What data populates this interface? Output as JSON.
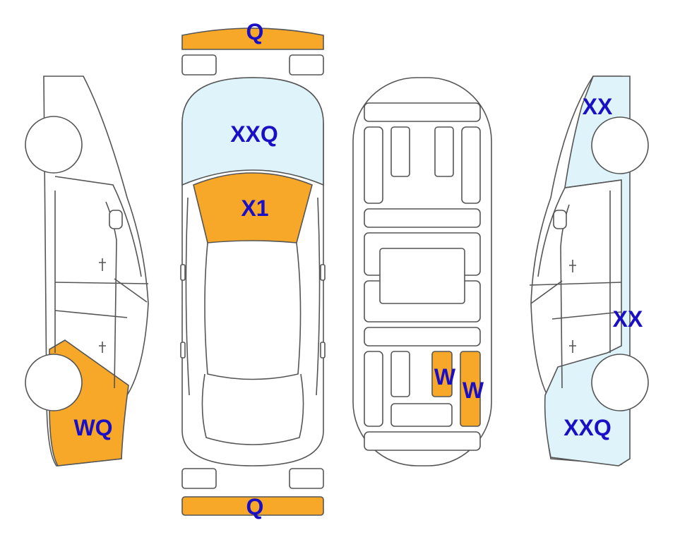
{
  "colors": {
    "highlight_orange": "#F7A829",
    "highlight_blue": "#DFF3FA",
    "label_text": "#1A0FC4",
    "outline": "#555555"
  },
  "labels": {
    "front_bumper": "Q",
    "rear_bumper": "Q",
    "top_hood": "XXQ",
    "top_windshield": "X1",
    "left_rear_quarter": "WQ",
    "interior_seat_a": "W",
    "interior_seat_b": "W",
    "right_front_fender": "XX",
    "right_rocker_panel": "XX",
    "right_rear_quarter": "XXQ"
  }
}
